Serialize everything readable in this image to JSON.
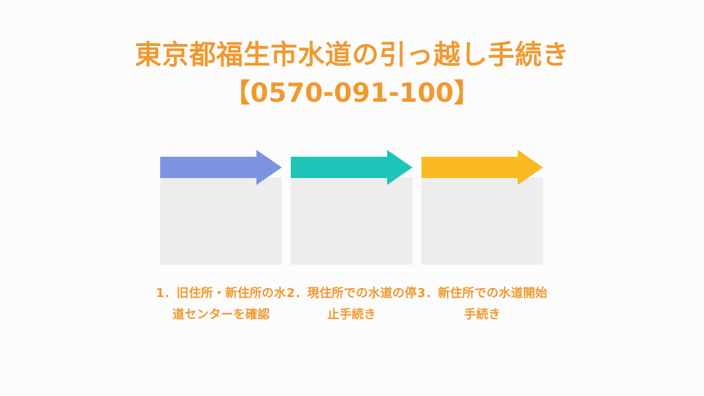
{
  "page": {
    "background_color": "#fcfcfc",
    "accent_color": "#f0992f"
  },
  "title": {
    "line_1": "東京都福生市水道の引っ越し手続き",
    "line_2": "【0570-091-100】",
    "color": "#f0992f"
  },
  "steps": [
    {
      "caption": "1．旧住所・新住所の水道センターを確認",
      "arrow_color": "#7d93e0",
      "panel_color": "#ededed",
      "arrow_name": "arrow-right-icon"
    },
    {
      "caption": "2．現住所での水道の停止手続き",
      "arrow_color": "#1fc4b8",
      "panel_color": "#ededed",
      "arrow_name": "arrow-right-icon"
    },
    {
      "caption": "3．新住所での水道開始手続き",
      "arrow_color": "#fbbb20",
      "panel_color": "#ededed",
      "arrow_name": "arrow-right-icon"
    }
  ]
}
